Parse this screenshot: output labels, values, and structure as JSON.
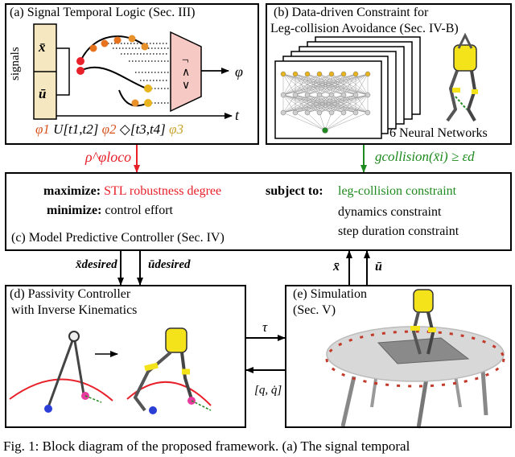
{
  "colors": {
    "red": "#e8202a",
    "green": "#1f8a1f",
    "orange": "#e8731e",
    "gold": "#e8b41e",
    "pink": "#f7c9c4",
    "yellow": "#f4e21a"
  },
  "panel_a": {
    "title": "(a) Signal Temporal Logic (Sec. III)",
    "signals_label": "signals",
    "x_bar": "x̄",
    "u_bar": "ū",
    "phi": "φ",
    "t": "t",
    "op_not": "¬",
    "op_and": "∧",
    "op_or": "∨",
    "formula": {
      "phi1": "φ1",
      "until": "U[t1,t2]",
      "phi2": "φ2",
      "diamond": "◇[t3,t4]",
      "phi3": "φ3"
    }
  },
  "panel_b": {
    "title_line1": "(b) Data-driven Constraint for",
    "title_line2": "Leg-collision Avoidance (Sec. IV-B)",
    "nn_label": "6 Neural Networks"
  },
  "arrows": {
    "rho": "ρ^φloco",
    "g_collision": "gcollision(x̄i) ≥ εd",
    "x_desired": "x̄desired",
    "u_desired": "ūdesired",
    "tau": "τ",
    "q_qdot": "[q, q̇]",
    "x_bar_up": "x̄",
    "u_bar_up": "ū"
  },
  "panel_c": {
    "maximize_label": "maximize:",
    "maximize_value": "STL robustness degree",
    "minimize_label": "minimize:",
    "minimize_value": "control effort",
    "subject_label": "subject to:",
    "constraint1": "leg-collision constraint",
    "constraint2": "dynamics constraint",
    "constraint3": "step duration constraint",
    "title": "(c) Model Predictive Controller (Sec. IV)"
  },
  "panel_d": {
    "title_line1": "(d) Passivity Controller",
    "title_line2": "with Inverse Kinematics"
  },
  "panel_e": {
    "title_line1": "(e) Simulation",
    "title_line2": "(Sec. V)"
  },
  "caption": "Fig. 1: Block diagram of the proposed framework. (a) The signal temporal"
}
